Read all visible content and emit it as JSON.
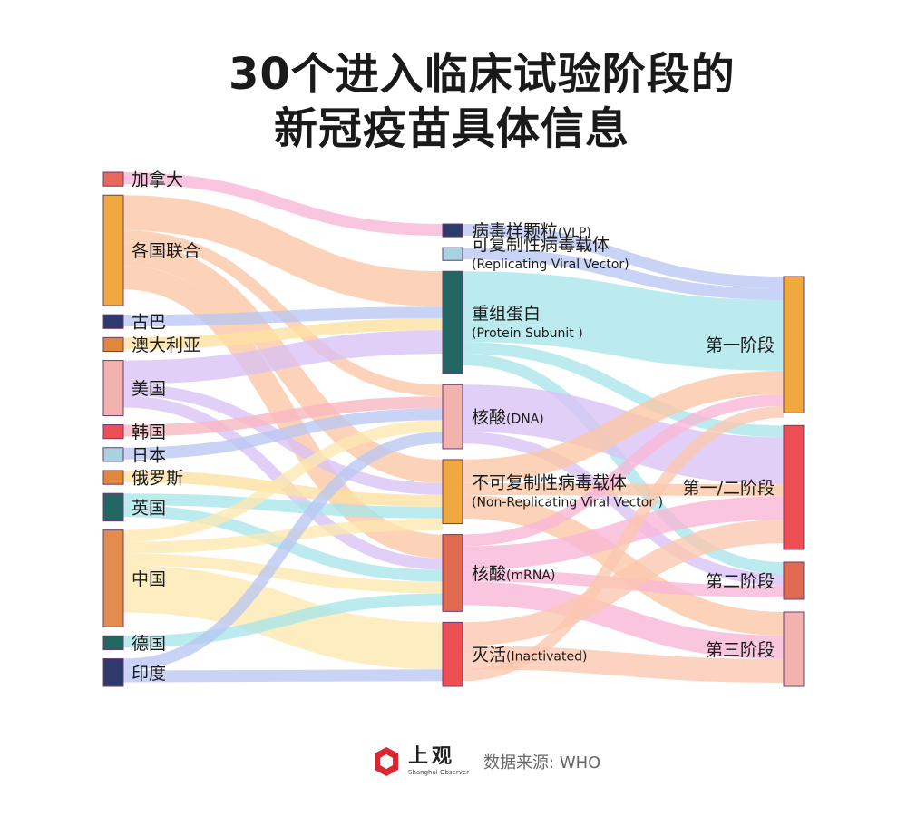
{
  "title_line1": "30个进入临床试验阶段的",
  "title_line2": "新冠疫苗具体信息",
  "footer": {
    "logo_cn": "上观",
    "logo_en": "Shanghai Observer",
    "source": "数据来源: WHO"
  },
  "chart_data": {
    "type": "sankey",
    "nodes": [
      {
        "id": "canada",
        "label": "加拿大",
        "column": 0,
        "value": 1,
        "color": "#e8685a"
      },
      {
        "id": "multi",
        "label": "各国联合",
        "column": 0,
        "value": 8,
        "color": "#f0a93e"
      },
      {
        "id": "cuba",
        "label": "古巴",
        "column": 0,
        "value": 1,
        "color": "#2d3a6b"
      },
      {
        "id": "australia",
        "label": "澳大利亚",
        "column": 0,
        "value": 1,
        "color": "#e0883a"
      },
      {
        "id": "usa",
        "label": "美国",
        "column": 0,
        "value": 4,
        "color": "#f2b3ae"
      },
      {
        "id": "korea",
        "label": "韩国",
        "column": 0,
        "value": 1,
        "color": "#ee4f55"
      },
      {
        "id": "japan",
        "label": "日本",
        "column": 0,
        "value": 1,
        "color": "#a8d2e0"
      },
      {
        "id": "russia",
        "label": "俄罗斯",
        "column": 0,
        "value": 1,
        "color": "#e0883a"
      },
      {
        "id": "uk",
        "label": "英国",
        "column": 0,
        "value": 2,
        "color": "#216660"
      },
      {
        "id": "china",
        "label": "中国",
        "column": 0,
        "value": 7,
        "color": "#e28d4d"
      },
      {
        "id": "germany",
        "label": "德国",
        "column": 0,
        "value": 1,
        "color": "#216660"
      },
      {
        "id": "india",
        "label": "印度",
        "column": 0,
        "value": 2,
        "color": "#2d3a6b"
      },
      {
        "id": "vlp",
        "label": "病毒样颗粒",
        "sublabel": "(VLP)",
        "column": 1,
        "value": 1,
        "color": "#2d3a6b"
      },
      {
        "id": "repl",
        "label": "可复制性病毒载体",
        "sublabel": "(Replicating Viral Vector)",
        "column": 1,
        "value": 1,
        "color": "#a8d2e0"
      },
      {
        "id": "protein",
        "label": "重组蛋白",
        "sublabel": "(Protein Subunit )",
        "column": 1,
        "value": 8,
        "color": "#216660"
      },
      {
        "id": "dna",
        "label": "核酸",
        "sublabel": "(DNA)",
        "column": 1,
        "value": 5,
        "color": "#f2b3ae"
      },
      {
        "id": "nonrepl",
        "label": "不可复制性病毒载体",
        "sublabel": "(Non-Replicating Viral Vector )",
        "column": 1,
        "value": 5,
        "color": "#f0a93e"
      },
      {
        "id": "mrna",
        "label": "核酸",
        "sublabel": "(mRNA)",
        "column": 1,
        "value": 6,
        "color": "#e06b52"
      },
      {
        "id": "inact",
        "label": "灭活",
        "sublabel": "(Inactivated)",
        "column": 1,
        "value": 5,
        "color": "#ee4f55"
      },
      {
        "id": "phase1",
        "label": "第一阶段",
        "column": 2,
        "value": 11,
        "color": "#f0a93e"
      },
      {
        "id": "phase12",
        "label": "第一/二阶段",
        "column": 2,
        "value": 10,
        "color": "#ee4f55"
      },
      {
        "id": "phase2",
        "label": "第二阶段",
        "column": 2,
        "value": 3,
        "color": "#e06b52"
      },
      {
        "id": "phase3",
        "label": "第三阶段",
        "column": 2,
        "value": 6,
        "color": "#f2b3ae"
      }
    ],
    "links": [
      {
        "source": "canada",
        "target": "vlp",
        "value": 1,
        "color": "#f8b6d6"
      },
      {
        "source": "multi",
        "target": "protein",
        "value": 3,
        "color": "#fbc7a4"
      },
      {
        "source": "multi",
        "target": "dna",
        "value": 1,
        "color": "#fbc7a4"
      },
      {
        "source": "multi",
        "target": "nonrepl",
        "value": 2,
        "color": "#fbc7a4"
      },
      {
        "source": "multi",
        "target": "mrna",
        "value": 2,
        "color": "#fbc7a4"
      },
      {
        "source": "cuba",
        "target": "protein",
        "value": 1,
        "color": "#b9c7f2"
      },
      {
        "source": "australia",
        "target": "protein",
        "value": 1,
        "color": "#fde2a0"
      },
      {
        "source": "usa",
        "target": "protein",
        "value": 2,
        "color": "#d8c1f5"
      },
      {
        "source": "usa",
        "target": "nonrepl",
        "value": 1,
        "color": "#d8c1f5"
      },
      {
        "source": "usa",
        "target": "mrna",
        "value": 1,
        "color": "#d8c1f5"
      },
      {
        "source": "korea",
        "target": "dna",
        "value": 1,
        "color": "#f8b6c0"
      },
      {
        "source": "japan",
        "target": "dna",
        "value": 1,
        "color": "#b9c7f2"
      },
      {
        "source": "russia",
        "target": "nonrepl",
        "value": 1,
        "color": "#fde2a0"
      },
      {
        "source": "uk",
        "target": "nonrepl",
        "value": 1,
        "color": "#a8e6ea"
      },
      {
        "source": "uk",
        "target": "mrna",
        "value": 1,
        "color": "#a8e6ea"
      },
      {
        "source": "china",
        "target": "dna",
        "value": 1,
        "color": "#fde8b0"
      },
      {
        "source": "china",
        "target": "nonrepl",
        "value": 1,
        "color": "#fde8b0"
      },
      {
        "source": "china",
        "target": "mrna",
        "value": 1,
        "color": "#fde8b0"
      },
      {
        "source": "china",
        "target": "inact",
        "value": 4,
        "color": "#fde8b0"
      },
      {
        "source": "germany",
        "target": "mrna",
        "value": 1,
        "color": "#a8e6ea"
      },
      {
        "source": "india",
        "target": "dna",
        "value": 1,
        "color": "#b9c7f2"
      },
      {
        "source": "india",
        "target": "inact",
        "value": 1,
        "color": "#b9c7f2"
      },
      {
        "source": "vlp",
        "target": "phase1",
        "value": 1,
        "color": "#b9c7f2"
      },
      {
        "source": "repl",
        "target": "phase1",
        "value": 1,
        "color": "#b9c7f2"
      },
      {
        "source": "protein",
        "target": "phase1",
        "value": 6,
        "color": "#a8e6ea"
      },
      {
        "source": "protein",
        "target": "phase12",
        "value": 1,
        "color": "#a8e6ea"
      },
      {
        "source": "protein",
        "target": "phase2",
        "value": 1,
        "color": "#a8e6ea"
      },
      {
        "source": "dna",
        "target": "phase12",
        "value": 4,
        "color": "#d8c1f5"
      },
      {
        "source": "dna",
        "target": "phase2",
        "value": 1,
        "color": "#d8c1f5"
      },
      {
        "source": "nonrepl",
        "target": "phase1",
        "value": 2,
        "color": "#fbc7a4"
      },
      {
        "source": "nonrepl",
        "target": "phase12",
        "value": 1,
        "color": "#fbc7a4"
      },
      {
        "source": "nonrepl",
        "target": "phase3",
        "value": 2,
        "color": "#fbc7a4"
      },
      {
        "source": "mrna",
        "target": "phase1",
        "value": 1,
        "color": "#f8b6d6"
      },
      {
        "source": "mrna",
        "target": "phase12",
        "value": 2,
        "color": "#f8b6d6"
      },
      {
        "source": "mrna",
        "target": "phase2",
        "value": 1,
        "color": "#f8b6d6"
      },
      {
        "source": "mrna",
        "target": "phase3",
        "value": 2,
        "color": "#f8b6d6"
      },
      {
        "source": "inact",
        "target": "phase12",
        "value": 2,
        "color": "#fbc7b0"
      },
      {
        "source": "inact",
        "target": "phase3",
        "value": 2,
        "color": "#fbc7b0"
      },
      {
        "source": "inact",
        "target": "phase1",
        "value": 1,
        "color": "#fbc7b0"
      }
    ]
  }
}
